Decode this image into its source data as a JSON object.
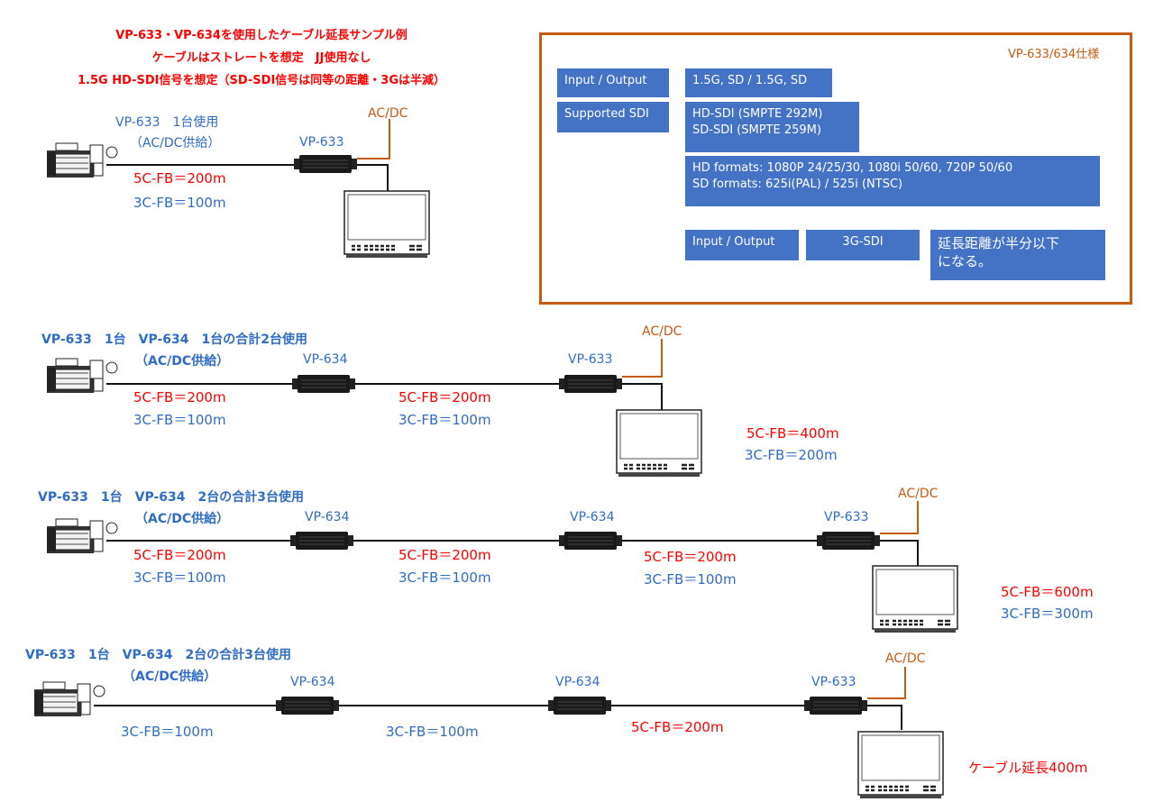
{
  "header": {
    "line1": "VP-633・VP-634を使用したケーブル延長サンプル例",
    "line2": "ケーブルはストレートを想定　JJ使用なし",
    "line3": "1.5G HD-SDI信号を想定（SD-SDI信号は同等の距離・3Gは半減）"
  },
  "spec": {
    "title": "VP-633/634仕様",
    "row1_label": "Input / Output",
    "row1_value": "1.5G, SD / 1.5G, SD",
    "row2_label": "Supported SDI",
    "row2_value_line1": "HD-SDI (SMPTE 292M)",
    "row2_value_line2": "SD-SDI (SMPTE 259M)",
    "formats_line1": "HD formats: 1080P 24/25/30, 1080i 50/60, 720P 50/60",
    "formats_line2": "SD formats: 625i(PAL) / 525i (NTSC)",
    "row3_label": "Input / Output",
    "row3_value": "3G-SDI",
    "row3_note_line1": "延長距離が半分以下",
    "row3_note_line2": "になる。"
  },
  "setups": [
    {
      "title_line1": "VP-633　1台使用",
      "title_line2": "（AC/DC供給）",
      "device_labels": [
        "VP-633"
      ],
      "acdc": "AC/DC",
      "segments": [
        {
          "red": "5C-FB＝200m",
          "blue": "3C-FB＝100m"
        }
      ]
    },
    {
      "title_line1": "VP-633　1台　VP-634　1台の合計2台使用",
      "title_line2": "（AC/DC供給）",
      "device_labels": [
        "VP-634",
        "VP-633"
      ],
      "acdc": "AC/DC",
      "segments": [
        {
          "red": "5C-FB＝200m",
          "blue": "3C-FB＝100m"
        },
        {
          "red": "5C-FB＝200m",
          "blue": "3C-FB＝100m"
        }
      ],
      "total_red": "5C-FB＝400m",
      "total_blue": "3C-FB＝200m"
    },
    {
      "title_line1": "VP-633　1台　VP-634　2台の合計3台使用",
      "title_line2": "（AC/DC供給）",
      "device_labels": [
        "VP-634",
        "VP-634",
        "VP-633"
      ],
      "acdc": "AC/DC",
      "segments": [
        {
          "red": "5C-FB＝200m",
          "blue": "3C-FB＝100m"
        },
        {
          "red": "5C-FB＝200m",
          "blue": "3C-FB＝100m"
        },
        {
          "red": "5C-FB＝200m",
          "blue": "3C-FB＝100m"
        }
      ],
      "total_red": "5C-FB＝600m",
      "total_blue": "3C-FB＝300m"
    },
    {
      "title_line1": "VP-633　1台　VP-634　2台の合計3台使用",
      "title_line2": "（AC/DC供給）",
      "device_labels": [
        "VP-634",
        "VP-634",
        "VP-633"
      ],
      "acdc": "AC/DC",
      "segments": [
        {
          "blue": "3C-FB＝100m"
        },
        {
          "blue": "3C-FB＝100m"
        },
        {
          "red": "5C-FB＝200m"
        }
      ],
      "total_red": "ケーブル延長400m"
    }
  ],
  "colors": {
    "red": "#ff0000",
    "blue": "#2f6cc4",
    "orange": "#c55a11",
    "cell": "#4472c4"
  },
  "icons": [
    "camera-icon",
    "extender-icon",
    "monitor-icon"
  ]
}
